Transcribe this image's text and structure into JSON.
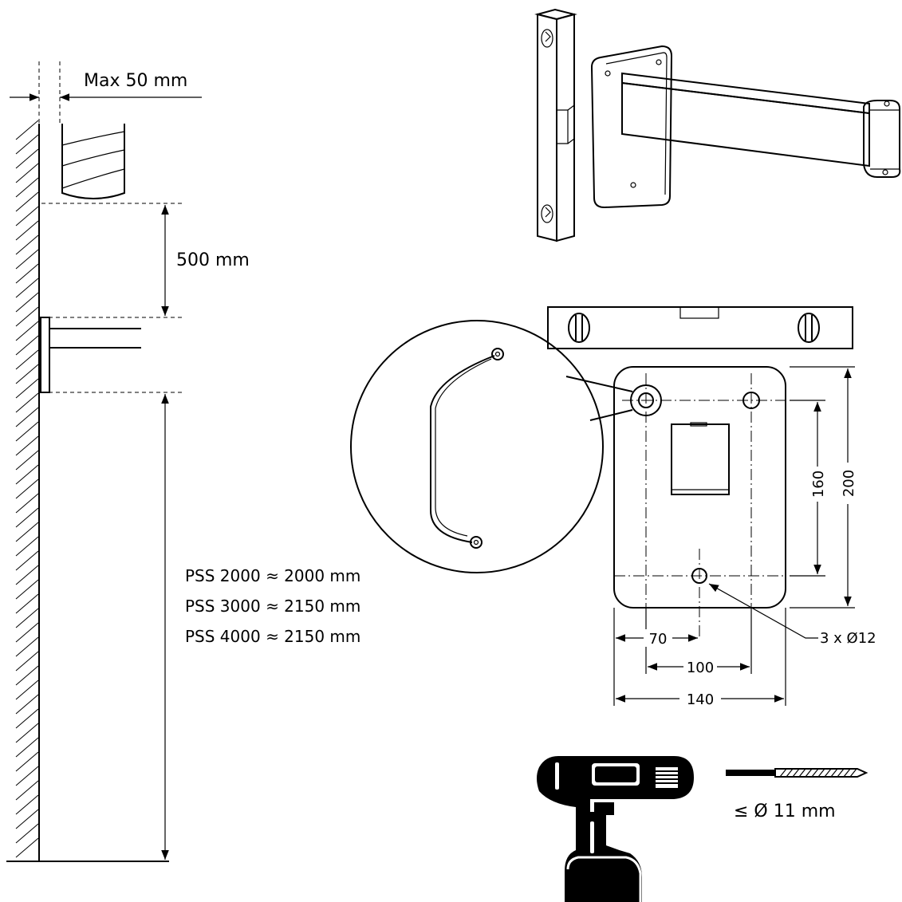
{
  "labels": {
    "max_gap": "Max 50 mm",
    "gap_height": "500 mm",
    "pss_2000": "PSS 2000 ≈ 2000 mm",
    "pss_3000": "PSS 3000 ≈ 2150 mm",
    "pss_4000": "PSS 4000 ≈ 2150 mm"
  },
  "dimensions": {
    "d160": "160",
    "d200": "200",
    "d70": "70",
    "d100": "100",
    "d140": "140",
    "holes": "3 x Ø12"
  },
  "drill": {
    "bit_size": "≤ Ø 11 mm"
  }
}
